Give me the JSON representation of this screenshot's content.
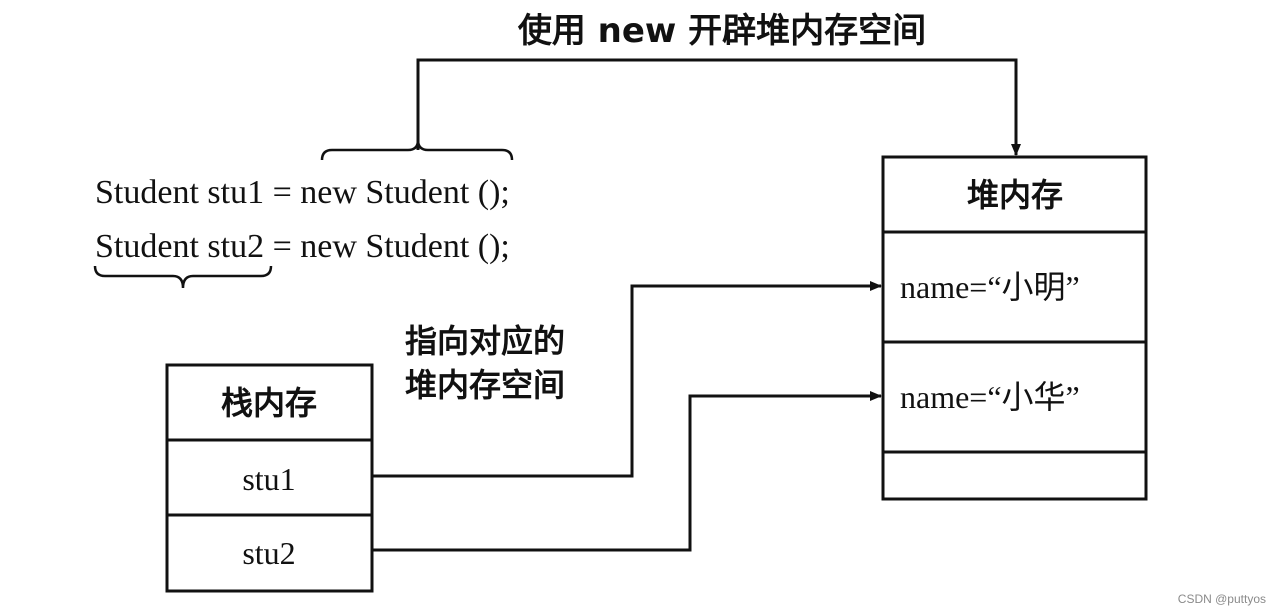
{
  "diagram": {
    "top_label": "使用 new 开辟堆内存空间",
    "code_lines": [
      "Student stu1 = new Student ();",
      "Student stu2 = new Student ();"
    ],
    "pointer_label_lines": [
      "指向对应的",
      "堆内存空间"
    ],
    "stack": {
      "title": "栈内存",
      "cells": [
        "stu1",
        "stu2"
      ]
    },
    "heap": {
      "title": "堆内存",
      "cells": [
        "name=“小明”",
        "name=“小华”",
        ""
      ]
    }
  },
  "watermark": "CSDN @puttyos"
}
